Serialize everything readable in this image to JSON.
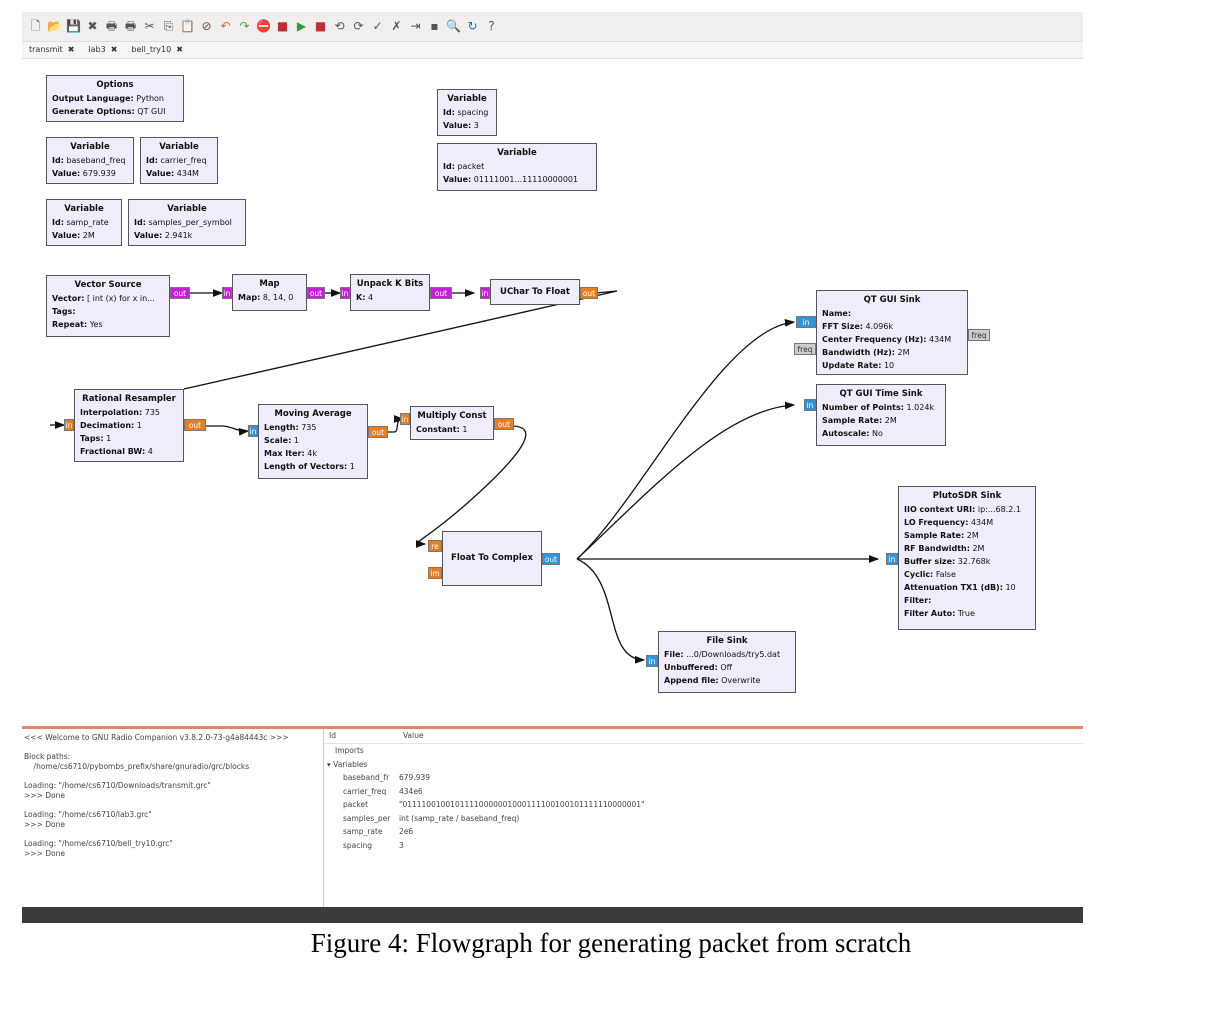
{
  "tabs": [
    {
      "label": "transmit"
    },
    {
      "label": "lab3"
    },
    {
      "label": "bell_try10"
    }
  ],
  "toolbar_icons": [
    "new-icon",
    "open-icon",
    "save-icon",
    "close-icon",
    "print-icon",
    "print-icon",
    "cut-icon",
    "copy-icon",
    "paste-icon",
    "delete-icon",
    "undo-icon",
    "redo-icon",
    "kill-icon",
    "stop-icon",
    "run-icon",
    "stop-icon",
    "rotate-ccw-icon",
    "rotate-cw-icon",
    "enable-icon",
    "disable-icon",
    "bypass-icon",
    "block-icon",
    "find-icon",
    "reload-icon",
    "help-icon"
  ],
  "blocks": {
    "options": {
      "title": "Options",
      "k1": "Output Language:",
      "v1": "Python",
      "k2": "Generate Options:",
      "v2": "QT GUI"
    },
    "var_baseband": {
      "title": "Variable",
      "k1": "Id:",
      "v1": "baseband_freq",
      "k2": "Value:",
      "v2": "679.939"
    },
    "var_carrier": {
      "title": "Variable",
      "k1": "Id:",
      "v1": "carrier_freq",
      "k2": "Value:",
      "v2": "434M"
    },
    "var_samp": {
      "title": "Variable",
      "k1": "Id:",
      "v1": "samp_rate",
      "k2": "Value:",
      "v2": "2M"
    },
    "var_sps": {
      "title": "Variable",
      "k1": "Id:",
      "v1": "samples_per_symbol",
      "k2": "Value:",
      "v2": "2.941k"
    },
    "var_spacing": {
      "title": "Variable",
      "k1": "Id:",
      "v1": "spacing",
      "k2": "Value:",
      "v2": "3"
    },
    "var_packet": {
      "title": "Variable",
      "k1": "Id:",
      "v1": "packet",
      "k2": "Value:",
      "v2": "01111001...11110000001"
    },
    "vector_source": {
      "title": "Vector Source",
      "k1": "Vector:",
      "v1": "[ int (x) for x in...",
      "k2": "Tags:",
      "v2": "",
      "k3": "Repeat:",
      "v3": "Yes"
    },
    "map": {
      "title": "Map",
      "k1": "Map:",
      "v1": "8, 14, 0"
    },
    "unpack": {
      "title": "Unpack K Bits",
      "k1": "K:",
      "v1": "4"
    },
    "uchar": {
      "title": "UChar To Float"
    },
    "resampler": {
      "title": "Rational Resampler",
      "k1": "Interpolation:",
      "v1": "735",
      "k2": "Decimation:",
      "v2": "1",
      "k3": "Taps:",
      "v3": "1",
      "k4": "Fractional BW:",
      "v4": "4"
    },
    "moving_avg": {
      "title": "Moving Average",
      "k1": "Length:",
      "v1": "735",
      "k2": "Scale:",
      "v2": "1",
      "k3": "Max Iter:",
      "v3": "4k",
      "k4": "Length of Vectors:",
      "v4": "1"
    },
    "multiply": {
      "title": "Multiply Const",
      "k1": "Constant:",
      "v1": "1"
    },
    "f2c": {
      "title": "Float To Complex"
    },
    "qt_sink": {
      "title": "QT GUI Sink",
      "k1": "Name:",
      "v1": "",
      "k2": "FFT Size:",
      "v2": "4.096k",
      "k3": "Center Frequency (Hz):",
      "v3": "434M",
      "k4": "Bandwidth (Hz):",
      "v4": "2M",
      "k5": "Update Rate:",
      "v5": "10"
    },
    "qt_time": {
      "title": "QT GUI Time Sink",
      "k1": "Number of Points:",
      "v1": "1.024k",
      "k2": "Sample Rate:",
      "v2": "2M",
      "k3": "Autoscale:",
      "v3": "No"
    },
    "pluto": {
      "title": "PlutoSDR Sink",
      "k1": "IIO context URI:",
      "v1": "ip:...68.2.1",
      "k2": "LO Frequency:",
      "v2": "434M",
      "k3": "Sample Rate:",
      "v3": "2M",
      "k4": "RF Bandwidth:",
      "v4": "2M",
      "k5": "Buffer size:",
      "v5": "32.768k",
      "k6": "Cyclic:",
      "v6": "False",
      "k7": "Attenuation TX1 (dB):",
      "v7": "10",
      "k8": "Filter:",
      "v8": "",
      "k9": "Filter Auto:",
      "v9": "True"
    },
    "file_sink": {
      "title": "File Sink",
      "k1": "File:",
      "v1": "...0/Downloads/try5.dat",
      "k2": "Unbuffered:",
      "v2": "Off",
      "k3": "Append file:",
      "v3": "Overwrite"
    }
  },
  "ports": {
    "in": "in",
    "out": "out",
    "re": "re",
    "im": "im",
    "freq": "freq"
  },
  "console": {
    "lines": [
      "<<< Welcome to GNU Radio Companion v3.8.2.0-73-g4a84443c >>>",
      "",
      "Block paths:",
      "    /home/cs6710/pybombs_prefix/share/gnuradio/grc/blocks",
      "",
      "Loading: \"/home/cs6710/Downloads/transmit.grc\"",
      ">>> Done",
      "",
      "Loading: \"/home/cs6710/lab3.grc\"",
      ">>> Done",
      "",
      "Loading: \"/home/cs6710/bell_try10.grc\"",
      ">>> Done"
    ]
  },
  "variables_panel": {
    "col_id": "Id",
    "col_value": "Value",
    "imports_label": "Imports",
    "variables_label": "Variables",
    "rows": [
      {
        "id": "baseband_fr",
        "value": "679.939"
      },
      {
        "id": "carrier_freq",
        "value": "434e6"
      },
      {
        "id": "packet",
        "value": "\"01111001001011110000001000111100100101111110000001\""
      },
      {
        "id": "samples_per",
        "value": "int (samp_rate / baseband_freq)"
      },
      {
        "id": "samp_rate",
        "value": "2e6"
      },
      {
        "id": "spacing",
        "value": "3"
      }
    ]
  },
  "caption": "Figure 4: Flowgraph for generating packet from scratch",
  "colors": {
    "block_bg": "#f0ecfb",
    "port_byte": "#c71fd6",
    "port_float": "#e67e22",
    "port_complex": "#3494d8",
    "splitter": "#e8836a"
  }
}
